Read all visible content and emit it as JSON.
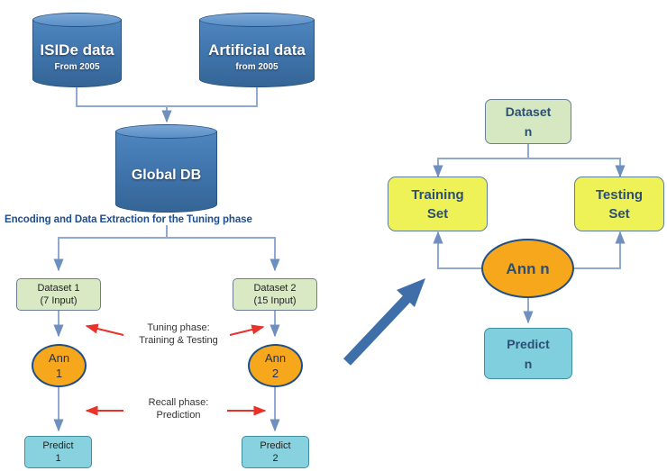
{
  "databases": {
    "iside": {
      "title": "ISIDe data",
      "sub": "From 2005"
    },
    "artificial": {
      "title": "Artificial data",
      "sub": "from 2005"
    },
    "global": {
      "title": "Global DB"
    }
  },
  "heading": "Encoding and Data Extraction for the Tuning phase",
  "left": {
    "dataset1": {
      "line1": "Dataset 1",
      "line2": "(7 Input)"
    },
    "dataset2": {
      "line1": "Dataset 2",
      "line2": "(15 Input)"
    },
    "ann1": {
      "line1": "Ann",
      "line2": "1"
    },
    "ann2": {
      "line1": "Ann",
      "line2": "2"
    },
    "tuning": {
      "line1": "Tuning phase:",
      "line2": "Training & Testing"
    },
    "recall": {
      "line1": "Recall phase:",
      "line2": "Prediction"
    },
    "predict1": {
      "line1": "Predict",
      "line2": "1"
    },
    "predict2": {
      "line1": "Predict",
      "line2": "2"
    }
  },
  "right": {
    "dataset": {
      "line1": "Dataset",
      "line2": "n"
    },
    "training": {
      "line1": "Training",
      "line2": "Set"
    },
    "testing": {
      "line1": "Testing",
      "line2": "Set"
    },
    "ann": {
      "label": "Ann n"
    },
    "predict": {
      "line1": "Predict",
      "line2": "n"
    }
  },
  "colors": {
    "database": "#3e73aa",
    "connector": "#8eaad0",
    "red_arrow": "#e8322a",
    "big_arrow": "#3f6fa8",
    "dataset_fill": "#d8e9c4",
    "predict_fill": "#88d2df",
    "set_fill": "#eef257",
    "ann_fill": "#f7a71b"
  }
}
